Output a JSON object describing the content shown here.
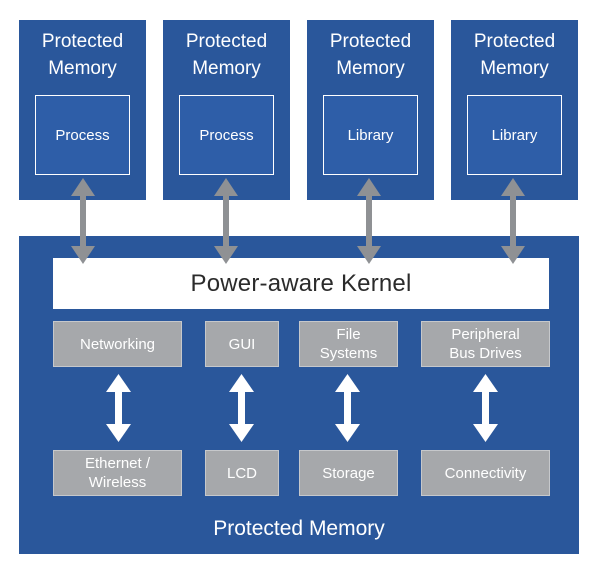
{
  "top_blocks": [
    {
      "title": "Protected\nMemory",
      "inner": "Process"
    },
    {
      "title": "Protected\nMemory",
      "inner": "Process"
    },
    {
      "title": "Protected\nMemory",
      "inner": "Library"
    },
    {
      "title": "Protected\nMemory",
      "inner": "Library"
    }
  ],
  "kernel": {
    "label": "Power-aware Kernel"
  },
  "subsystems": [
    {
      "top": "Networking",
      "bottom": "Ethernet /\nWireless"
    },
    {
      "top": "GUI",
      "bottom": "LCD"
    },
    {
      "top": "File\nSystems",
      "bottom": "Storage"
    },
    {
      "top": "Peripheral\nBus Drives",
      "bottom": "Connectivity"
    }
  ],
  "main_block": {
    "label": "Protected Memory"
  },
  "colors": {
    "block_blue": "#2a579b",
    "box_grey": "#a6a8ab",
    "arrow_grey": "#8f9194",
    "arrow_white": "#ffffff"
  }
}
